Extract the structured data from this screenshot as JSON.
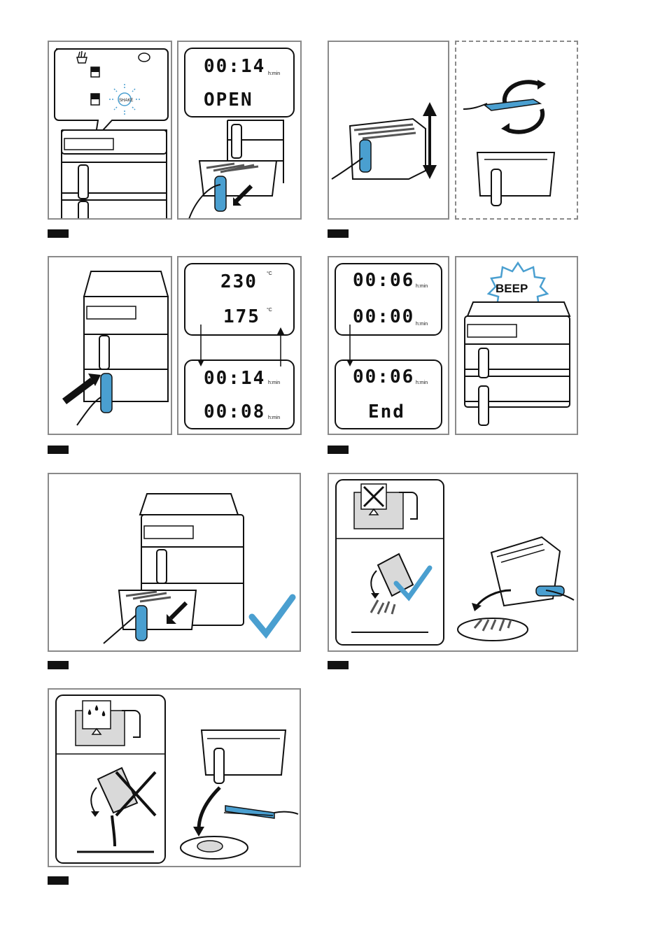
{
  "lcd": {
    "shake_label": "SHAKE",
    "open_time": "00:14",
    "open_text": "OPEN",
    "unit_hmin": "h:min",
    "unit_c": "°C",
    "temp_a": "230",
    "temp_b": "175",
    "time_a": "00:14",
    "time_b": "00:08",
    "time_c": "00:06",
    "time_d": "00:00",
    "time_e": "00:06",
    "end_text": "End"
  },
  "beep_label": "BEEP",
  "colors": {
    "accent": "#4a9fd0",
    "line": "#111111",
    "frame": "#8a8a8a",
    "fill": "#d9d9d9"
  },
  "icons": [
    "fries-icon",
    "steak-icon",
    "shake-icon",
    "checkmark-icon",
    "cross-icon",
    "no-water-icon",
    "water-drops-icon",
    "rotate-arrows-icon"
  ]
}
